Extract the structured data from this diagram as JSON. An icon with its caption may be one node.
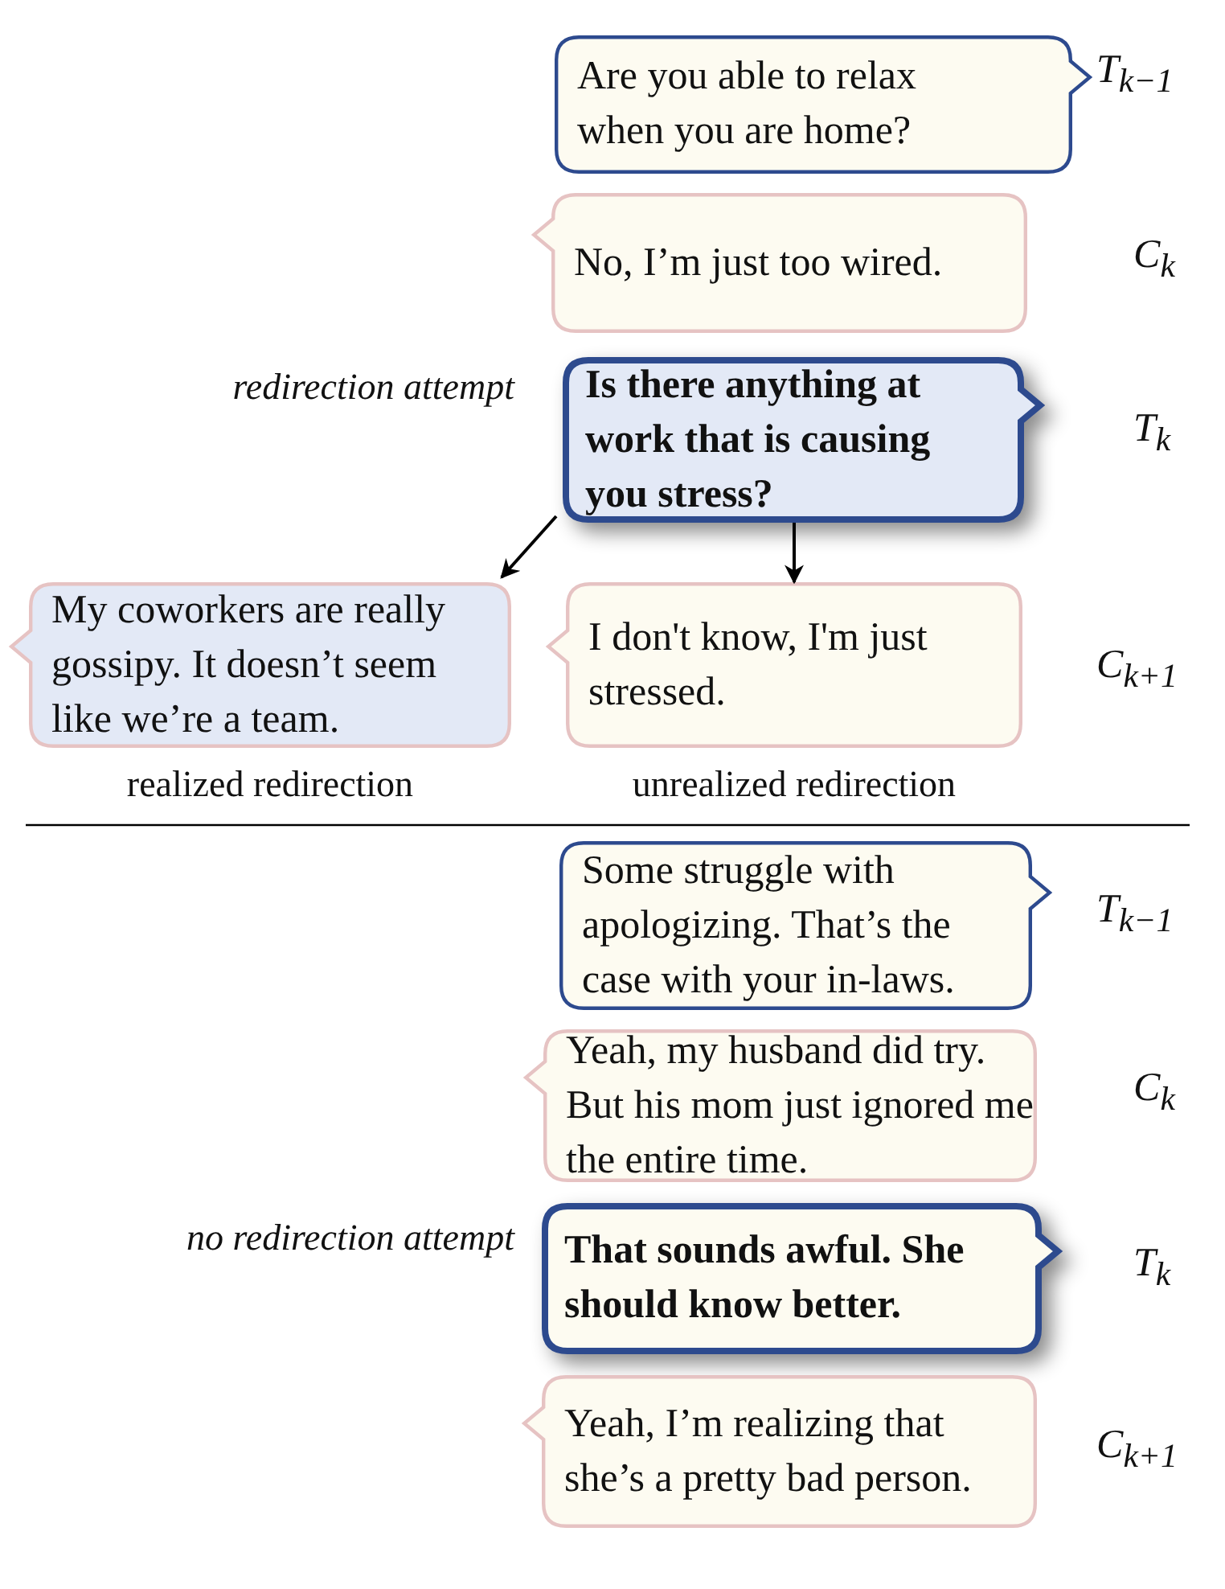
{
  "diagram": {
    "nodes": [
      {
        "text": [
          "Are you able to relax when you are home?"
        ],
        "beside": [
          "T$_{k−1}$"
        ]
      },
      {
        "text": [
          "No, I’m just too wired."
        ],
        "beside": [
          "C$_{k}$"
        ]
      },
      {
        "text": [
          "Is there anything at work that is causing you stress?"
        ],
        "beside": [
          "T$_{k}$"
        ]
      },
      {
        "text": [
          "My coworkers are really gossipy. It doesn’t seem like we’re a team."
        ],
        "beside": [
          "realized redirection"
        ]
      },
      {
        "text": [
          "I don't know, I'm just stressed."
        ],
        "beside": [
          "unrealized redirection",
          "C$_{k+1}$"
        ]
      },
      {
        "text": [
          "Some struggle with apologizing. That’s the case with your in-laws."
        ],
        "beside": [
          "T$_{k−1}$"
        ]
      },
      {
        "text": [
          "Yeah, my husband did try. But his mom just ignored me the entire time."
        ],
        "beside": [
          "C$_{k}$"
        ]
      },
      {
        "text": [
          "That sounds awful. She should know better."
        ],
        "beside": [
          "T$_{k}$"
        ]
      },
      {
        "text": [
          "Yeah, I’m realizing that she’s a pretty bad person."
        ],
        "beside": [
          "C$_{k+1}$"
        ]
      }
    ],
    "edges": [
      {
        "from": 2,
        "to": 3,
        "arrow": "to"
      },
      {
        "from": 2,
        "to": 4,
        "arrow": "to"
      }
    ],
    "labels": [
      "redirection attempt",
      "no redirection attempt"
    ]
  }
}
